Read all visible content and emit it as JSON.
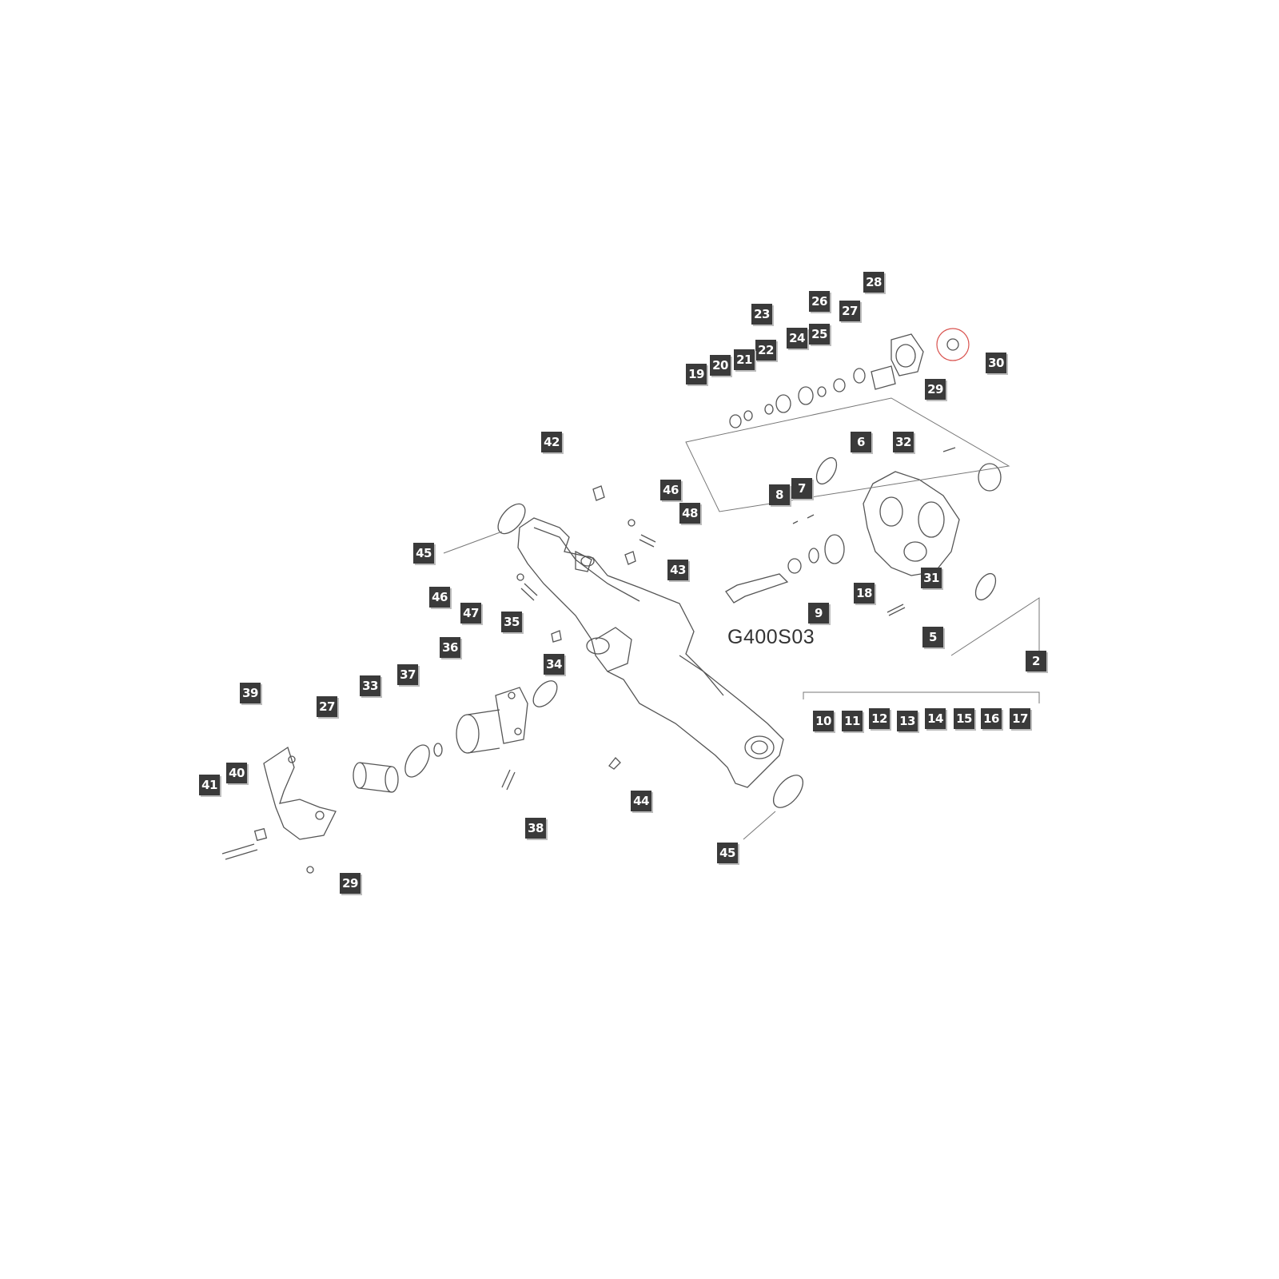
{
  "diagram": {
    "drawing_code": "G400S03",
    "callouts": [
      "28",
      "23",
      "26",
      "27",
      "24",
      "25",
      "30",
      "22",
      "21",
      "20",
      "19",
      "29",
      "42",
      "6",
      "32",
      "46",
      "48",
      "8",
      "7",
      "45",
      "43",
      "46",
      "47",
      "31",
      "18",
      "9",
      "35",
      "34",
      "5",
      "2",
      "36",
      "33",
      "37",
      "39",
      "27",
      "10",
      "11",
      "12",
      "13",
      "14",
      "15",
      "16",
      "17",
      "40",
      "41",
      "44",
      "38",
      "45",
      "29"
    ]
  },
  "colors": {
    "callout_bg": "#3a3a3a",
    "callout_text": "#ffffff",
    "line": "#555555",
    "highlight_ring": "#d9534f"
  }
}
